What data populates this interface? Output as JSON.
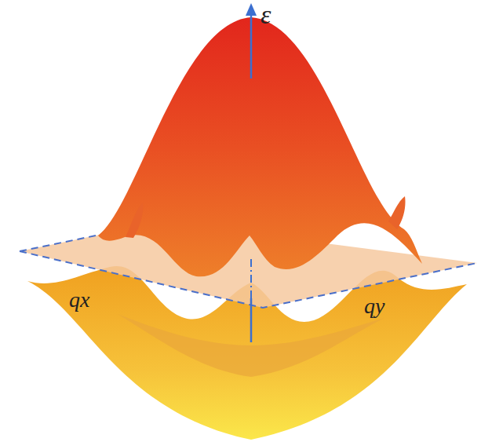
{
  "diagram": {
    "labels": [
      "ε",
      "qx",
      "qy"
    ]
  }
}
